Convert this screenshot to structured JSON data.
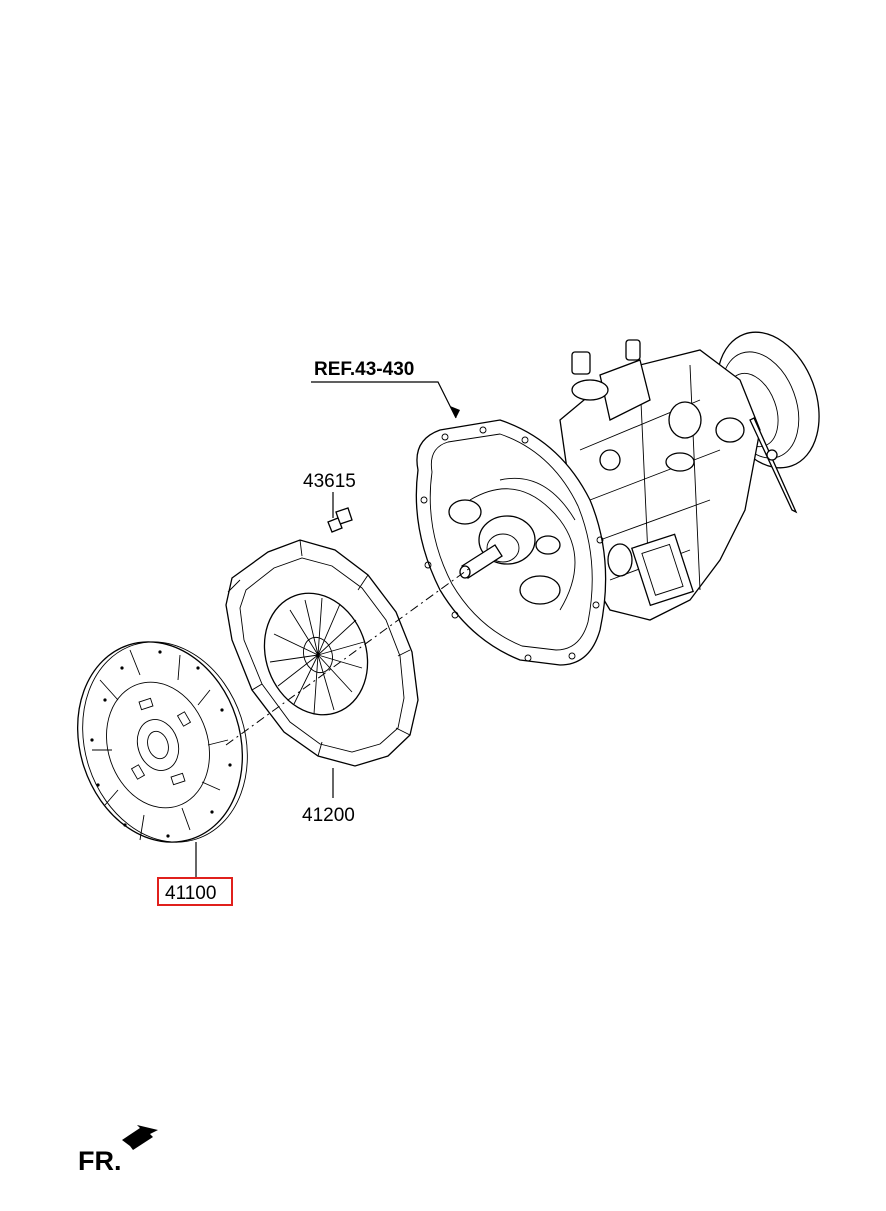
{
  "callouts": {
    "transmission_ref": "REF.43-430",
    "bolt": "43615",
    "clutch_cover": "41200",
    "clutch_disc": "41100"
  },
  "highlighted_part": "41100",
  "direction_label": "FR.",
  "colors": {
    "highlight_border": "#e0201c",
    "line": "#000000",
    "background": "#ffffff"
  }
}
